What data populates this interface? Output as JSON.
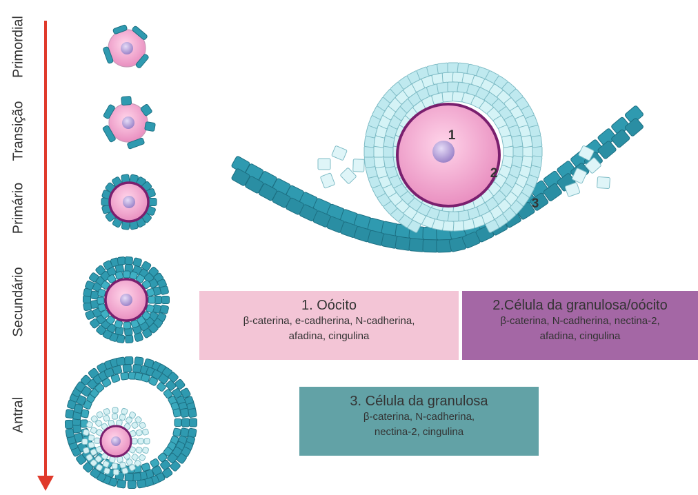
{
  "stages": [
    "Primordial",
    "Transição",
    "Primário",
    "Secundário",
    "Antral"
  ],
  "markers": [
    "1",
    "2",
    "3"
  ],
  "boxes": [
    {
      "title": "1. Oócito",
      "proteins": "β-caterina, e-cadherina, N-cadherina, afadina, cingulina",
      "color": "#f3c5d6"
    },
    {
      "title": "2.Célula da granulosa/oócito",
      "proteins": "β-caterina, N-cadherina, nectina-2, afadina, cingulina",
      "color": "#a467a5"
    },
    {
      "title": "3. Célula da granulosa",
      "proteins": "β-caterina, N-cadherina, nectina-2, cingulina",
      "color": "#62a2a6"
    }
  ],
  "colors": {
    "oocyte": "#f2a9cf",
    "nucleus": "#b8a2dc",
    "membrane": "#7a1f6e",
    "dark_cell": "#2f9ab0",
    "light_cell": "#bfe9ef",
    "arrow": "#e03a2b"
  }
}
